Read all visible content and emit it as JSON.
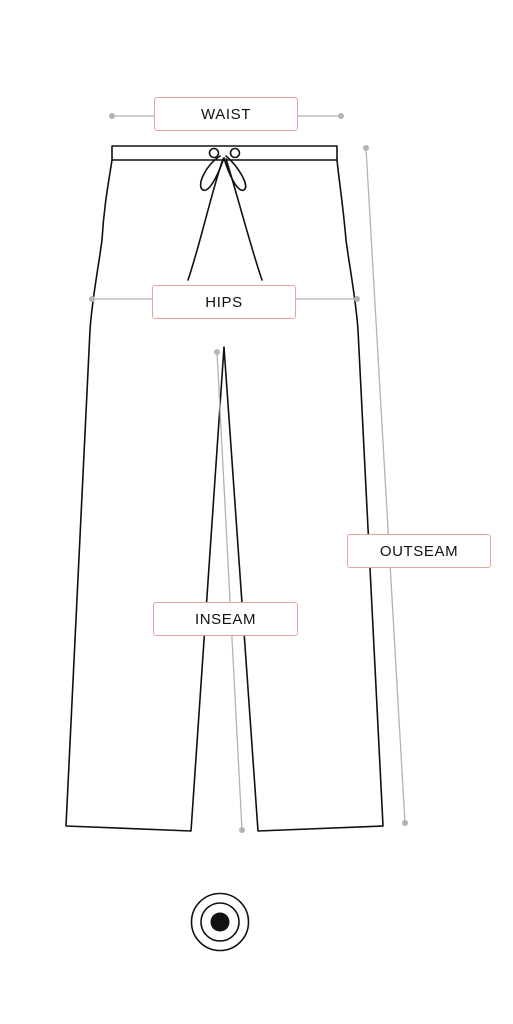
{
  "labels": {
    "waist": "WAIST",
    "hips": "HIPS",
    "outseam": "OUTSEAM",
    "inseam": "INSEAM"
  },
  "colors": {
    "label_border": "#e8a4a0",
    "measure_line": "#b3b3b3",
    "garment_outline": "#111111",
    "background": "#ffffff"
  },
  "icons": {
    "bottom": "target-icon"
  }
}
